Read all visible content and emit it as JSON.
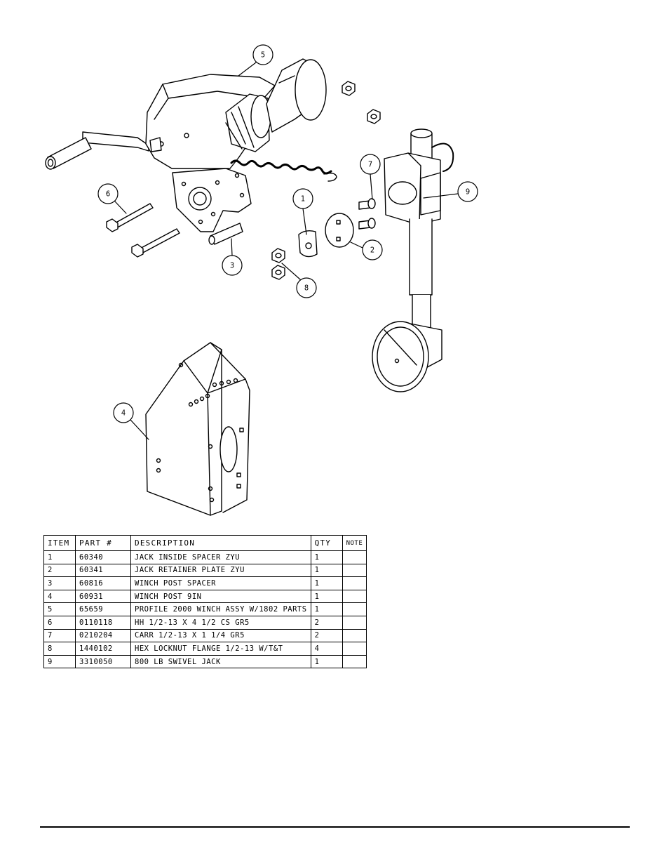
{
  "callouts": {
    "c1": "1",
    "c2": "2",
    "c3": "3",
    "c4": "4",
    "c5": "5",
    "c6": "6",
    "c7": "7",
    "c8": "8",
    "c9": "9"
  },
  "table": {
    "headers": {
      "item": "ITEM",
      "part": "PART #",
      "desc": "DESCRIPTION",
      "qty": "QTY",
      "note": "NOTE"
    },
    "rows": [
      {
        "item": "1",
        "part": "60340",
        "desc": "JACK INSIDE SPACER ZYU",
        "qty": "1",
        "note": ""
      },
      {
        "item": "2",
        "part": "60341",
        "desc": "JACK RETAINER PLATE ZYU",
        "qty": "1",
        "note": ""
      },
      {
        "item": "3",
        "part": "60816",
        "desc": "WINCH POST SPACER",
        "qty": "1",
        "note": ""
      },
      {
        "item": "4",
        "part": "60931",
        "desc": "WINCH POST 9IN",
        "qty": "1",
        "note": ""
      },
      {
        "item": "5",
        "part": "65659",
        "desc": "PROFILE 2000 WINCH ASSY W/1802 PARTS",
        "qty": "1",
        "note": ""
      },
      {
        "item": "6",
        "part": "0110118",
        "desc": "HH 1/2-13 X 4 1/2 CS GR5",
        "qty": "2",
        "note": ""
      },
      {
        "item": "7",
        "part": "0210204",
        "desc": "CARR 1/2-13 X 1 1/4 GR5",
        "qty": "2",
        "note": ""
      },
      {
        "item": "8",
        "part": "1440102",
        "desc": "HEX LOCKNUT FLANGE 1/2-13 W/T&T",
        "qty": "4",
        "note": ""
      },
      {
        "item": "9",
        "part": "3310050",
        "desc": "800 LB SWIVEL JACK",
        "qty": "1",
        "note": ""
      }
    ]
  }
}
